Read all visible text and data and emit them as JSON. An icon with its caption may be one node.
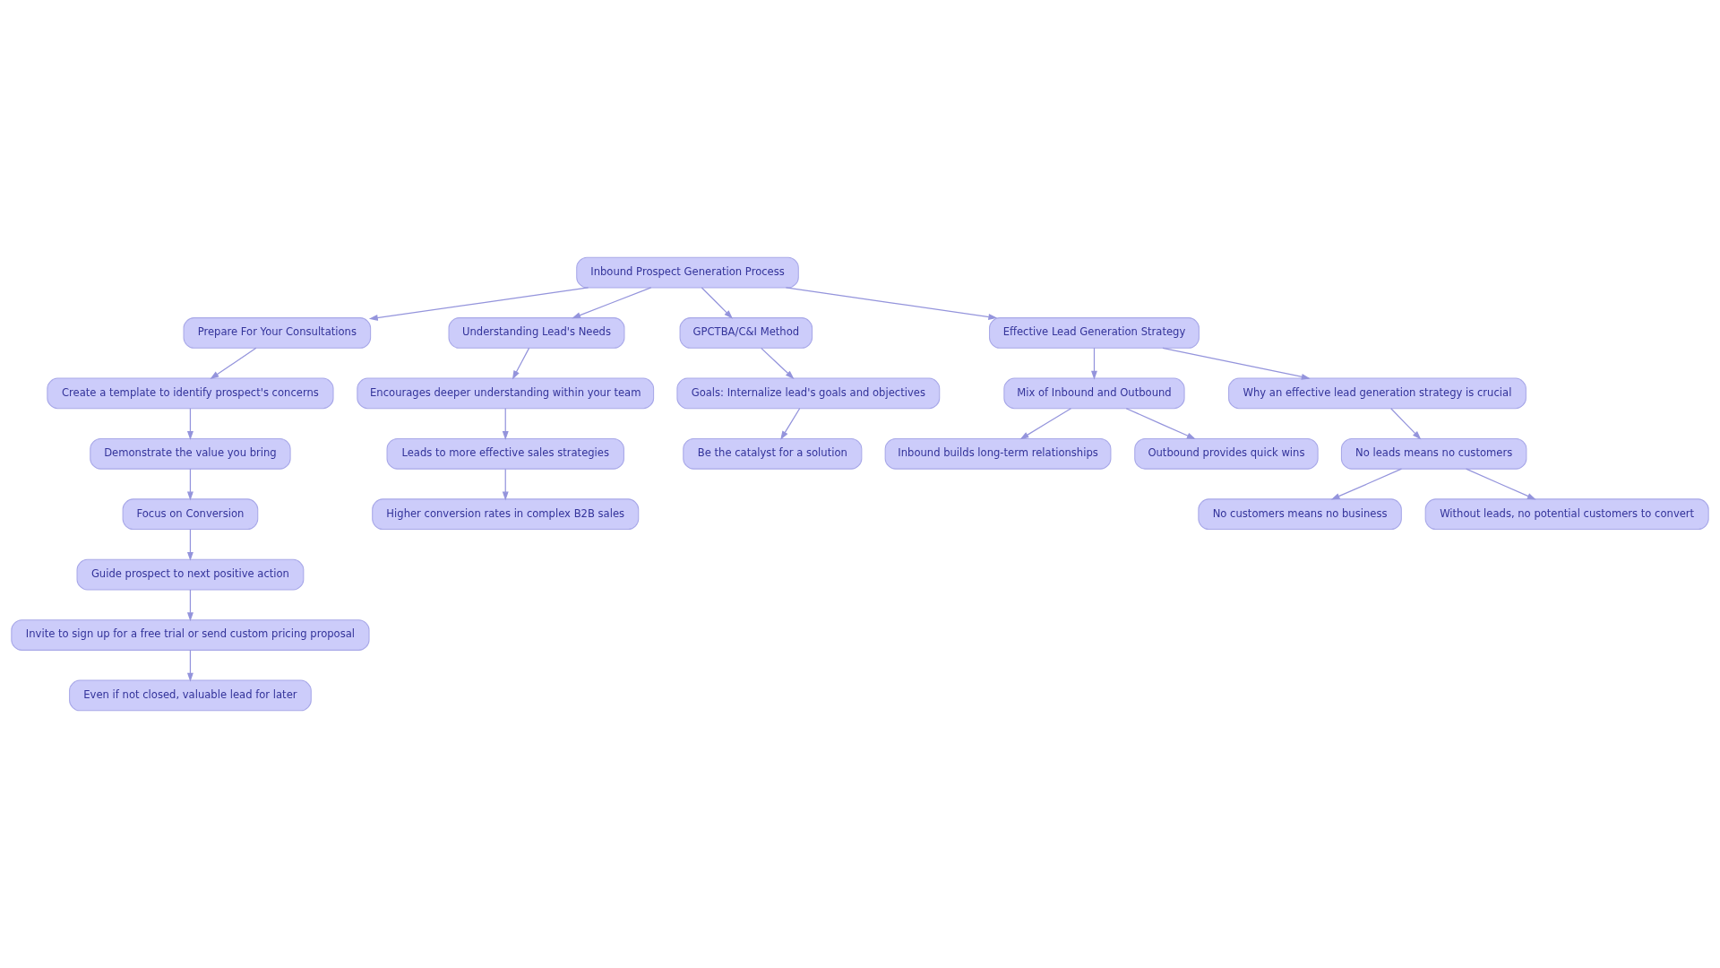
{
  "diagram": {
    "nodes": [
      {
        "text": [
          "Inbound Prospect Generation Process"
        ]
      },
      {
        "text": [
          "Prepare For Your Consultations"
        ]
      },
      {
        "text": [
          "Understanding Lead's Needs"
        ]
      },
      {
        "text": [
          "GPCTBA/C&I Method"
        ]
      },
      {
        "text": [
          "Effective Lead Generation Strategy"
        ]
      },
      {
        "text": [
          "Create a template to identify prospect's concerns"
        ]
      },
      {
        "text": [
          "Encourages deeper understanding within your team"
        ]
      },
      {
        "text": [
          "Goals: Internalize lead's goals and objectives"
        ]
      },
      {
        "text": [
          "Mix of Inbound and Outbound"
        ]
      },
      {
        "text": [
          "Why an effective lead generation strategy is crucial"
        ]
      },
      {
        "text": [
          "Demonstrate the value you bring"
        ]
      },
      {
        "text": [
          "Leads to more effective sales strategies"
        ]
      },
      {
        "text": [
          "Be the catalyst for a solution"
        ]
      },
      {
        "text": [
          "Inbound builds long-term relationships"
        ]
      },
      {
        "text": [
          "Outbound provides quick wins"
        ]
      },
      {
        "text": [
          "No leads means no customers"
        ]
      },
      {
        "text": [
          "Focus on Conversion"
        ]
      },
      {
        "text": [
          "Higher conversion rates in complex B2B sales"
        ]
      },
      {
        "text": [
          "No customers means no business"
        ]
      },
      {
        "text": [
          "Without leads, no potential customers to convert"
        ]
      },
      {
        "text": [
          "Guide prospect to next positive action"
        ]
      },
      {
        "text": [
          "Invite to sign up for a free trial or send custom pricing proposal"
        ]
      },
      {
        "text": [
          "Even if not closed, valuable lead for later"
        ]
      }
    ],
    "edges": [
      {
        "from": 0,
        "to": 1,
        "arrow": "to"
      },
      {
        "from": 0,
        "to": 2,
        "arrow": "to"
      },
      {
        "from": 0,
        "to": 3,
        "arrow": "to"
      },
      {
        "from": 0,
        "to": 4,
        "arrow": "to"
      },
      {
        "from": 1,
        "to": 5,
        "arrow": "to"
      },
      {
        "from": 5,
        "to": 10,
        "arrow": "to"
      },
      {
        "from": 10,
        "to": 16,
        "arrow": "to"
      },
      {
        "from": 16,
        "to": 20,
        "arrow": "to"
      },
      {
        "from": 20,
        "to": 21,
        "arrow": "to"
      },
      {
        "from": 21,
        "to": 22,
        "arrow": "to"
      },
      {
        "from": 2,
        "to": 6,
        "arrow": "to"
      },
      {
        "from": 6,
        "to": 11,
        "arrow": "to"
      },
      {
        "from": 11,
        "to": 17,
        "arrow": "to"
      },
      {
        "from": 3,
        "to": 7,
        "arrow": "to"
      },
      {
        "from": 7,
        "to": 12,
        "arrow": "to"
      },
      {
        "from": 4,
        "to": 8,
        "arrow": "to"
      },
      {
        "from": 4,
        "to": 9,
        "arrow": "to"
      },
      {
        "from": 8,
        "to": 13,
        "arrow": "to"
      },
      {
        "from": 8,
        "to": 14,
        "arrow": "to"
      },
      {
        "from": 9,
        "to": 15,
        "arrow": "to"
      },
      {
        "from": 15,
        "to": 18,
        "arrow": "to"
      },
      {
        "from": 15,
        "to": 19,
        "arrow": "to"
      }
    ]
  }
}
